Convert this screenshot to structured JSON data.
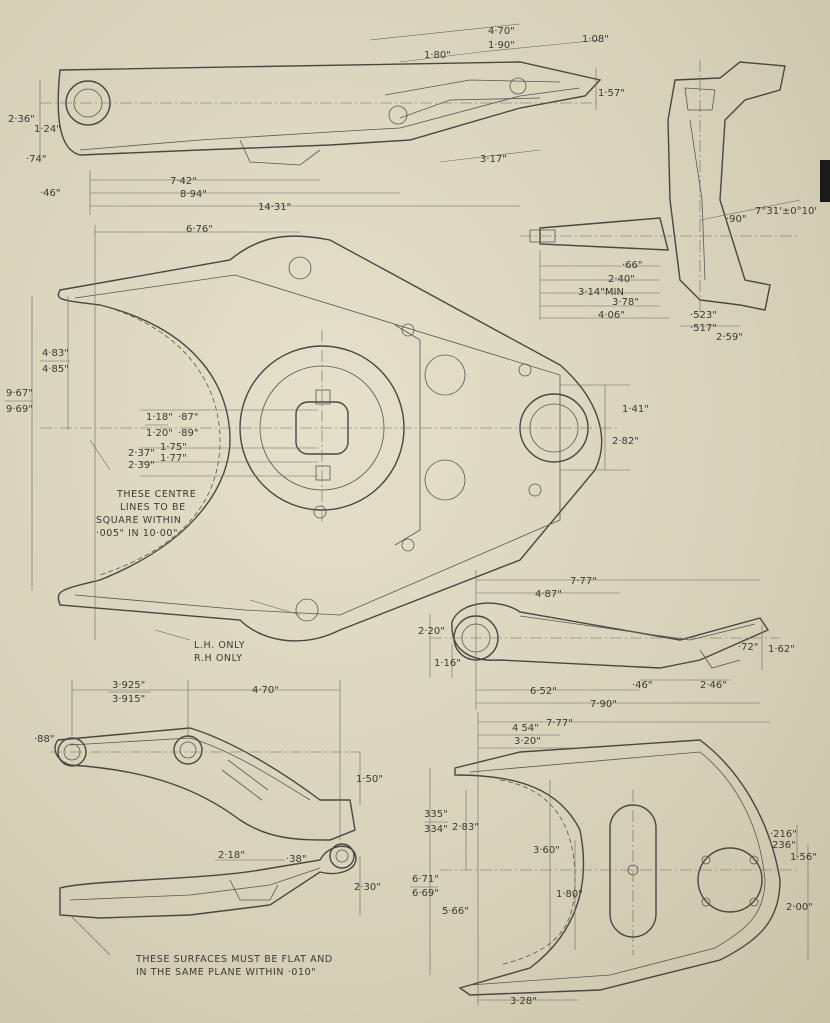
{
  "views": {
    "top_profile": {
      "dims": {
        "d470": "4·70\"",
        "d180": "1·80\"",
        "d190": "1·90\"",
        "d108": "1·08\"",
        "d236": "2·36\"",
        "d124": "1·24\"",
        "d74": "·74\"",
        "d157": "1·57\"",
        "d317": "3·17\"",
        "d46": "·46\"",
        "d742": "7·42\"",
        "d894": "8·94\"",
        "d1431": "14·31\""
      }
    },
    "knuckle": {
      "dims": {
        "angle": "7°31'±0°10'",
        "d90": "·90\"",
        "d66": "·66\"",
        "d240": "2·40\"",
        "d314": "3·14\"MIN",
        "d378": "3·78\"",
        "d406": "4·06\"",
        "d523": "·523\"",
        "d517": "·517\"",
        "d259": "2·59\""
      }
    },
    "lower_arm": {
      "dims": {
        "d676": "6·76\"",
        "d483": "4·83\"",
        "d485": "4·85\"",
        "d967": "9·67\"",
        "d969": "9·69\"",
        "d118": "1·18\"",
        "d120": "1·20\"",
        "d87": "·87\"",
        "d89": "·89\"",
        "d237": "2·37\"",
        "d239": "2·39\"",
        "d175": "1·75\"",
        "d177": "1·77\"",
        "d141": "1·41\"",
        "d282": "2·82\""
      },
      "note_lines": [
        "THESE CENTRE",
        "LINES TO BE",
        "SQUARE WITHIN",
        "·005\" IN 10·00\""
      ],
      "lh_only": "L.H. ONLY",
      "rh_only": "R.H ONLY"
    },
    "upper_arm_side": {
      "dims": {
        "d777": "7·77\"",
        "d487": "4·87\"",
        "d220": "2·20\"",
        "d116": "1·16\"",
        "d72": "·72\"",
        "d162": "1·62\"",
        "d652": "6·52\"",
        "d46b": "·46\"",
        "d246": "2·46\"",
        "d790": "7·90\""
      }
    },
    "steering_arm": {
      "dims": {
        "d3925": "3·925\"",
        "d3915": "3·915\"",
        "d470b": "4·70\"",
        "d88": "·88\"",
        "d150": "1·50\"",
        "d218": "2·18\"",
        "d38": "·38\"",
        "d230": "2·30\""
      },
      "note_lines": [
        "THESE SURFACES MUST BE FLAT AND",
        "IN THE SAME PLANE WITHIN ·010\""
      ]
    },
    "upper_arm_plan": {
      "dims": {
        "d777b": "7·77\"",
        "d454": "4 54\"",
        "d320": "3·20\"",
        "d335": "335\"",
        "d334": "334\"",
        "d283": "2·83\"",
        "d360": "3·60\"",
        "d180b": "1·80\"",
        "d671": "6·71\"",
        "d669": "6·69\"",
        "d566": "5·66\"",
        "d216": "·216\"",
        "d236b": "236\"",
        "d156": "1·56\"",
        "d200": "2·00\"",
        "d328": "3·28\""
      }
    }
  }
}
